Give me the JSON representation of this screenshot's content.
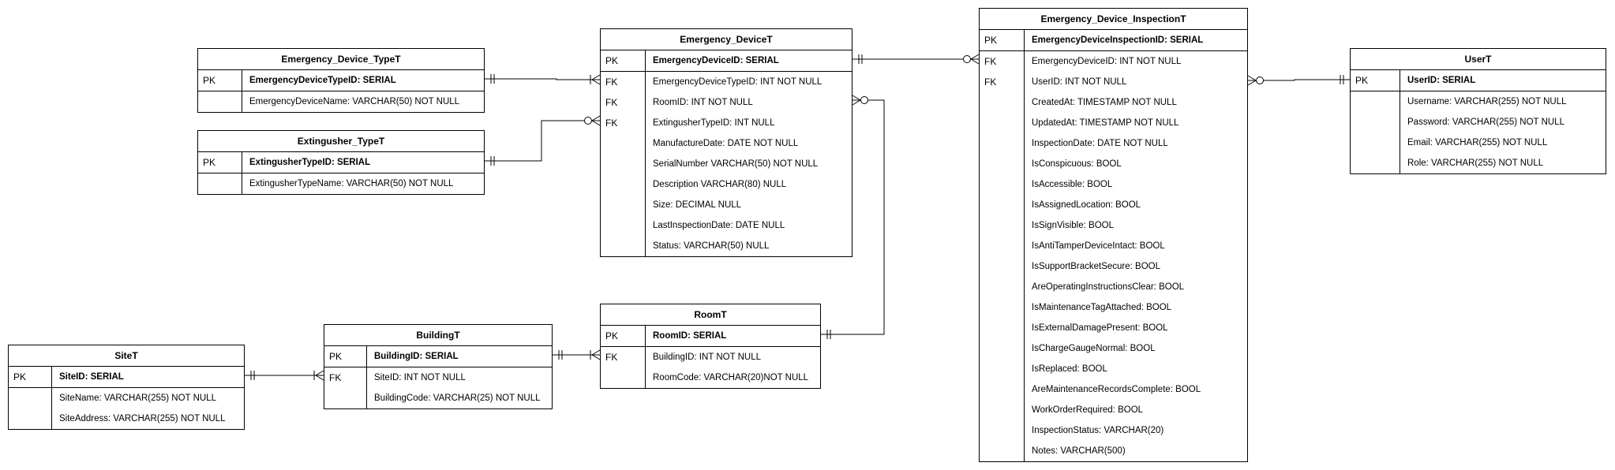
{
  "entities": [
    {
      "id": "emergency-device-type",
      "title": "Emergency_Device_TypeT",
      "rows": [
        {
          "key": "PK",
          "text": "EmergencyDeviceTypeID: SERIAL"
        },
        {
          "key": "",
          "text": "EmergencyDeviceName: VARCHAR(50) NOT NULL"
        }
      ]
    },
    {
      "id": "extingusher-type",
      "title": "Extingusher_TypeT",
      "rows": [
        {
          "key": "PK",
          "text": "ExtingusherTypeID: SERIAL"
        },
        {
          "key": "",
          "text": "ExtingusherTypeName: VARCHAR(50) NOT NULL"
        }
      ]
    },
    {
      "id": "emergency-device",
      "title": "Emergency_DeviceT",
      "rows": [
        {
          "key": "PK",
          "text": "EmergencyDeviceID: SERIAL"
        },
        {
          "key": "FK",
          "text": "EmergencyDeviceTypeID: INT NOT NULL"
        },
        {
          "key": "FK",
          "text": "RoomID: INT NOT NULL"
        },
        {
          "key": "FK",
          "text": "ExtingusherTypeID: INT NULL"
        },
        {
          "key": "",
          "text": "ManufactureDate: DATE NOT NULL"
        },
        {
          "key": "",
          "text": "SerialNumber VARCHAR(50) NOT NULL"
        },
        {
          "key": "",
          "text": "Description VARCHAR(80) NULL"
        },
        {
          "key": "",
          "text": "Size: DECIMAL NULL"
        },
        {
          "key": "",
          "text": "LastInspectionDate: DATE NULL"
        },
        {
          "key": "",
          "text": "Status: VARCHAR(50) NULL"
        }
      ]
    },
    {
      "id": "emergency-device-inspection",
      "title": "Emergency_Device_InspectionT",
      "rows": [
        {
          "key": "PK",
          "text": "EmergencyDeviceInspectionID: SERIAL"
        },
        {
          "key": "FK",
          "text": "EmergencyDeviceID: INT NOT NULL"
        },
        {
          "key": "FK",
          "text": "UserID: INT NOT NULL"
        },
        {
          "key": "",
          "text": "CreatedAt: TIMESTAMP NOT NULL"
        },
        {
          "key": "",
          "text": "UpdatedAt: TIMESTAMP NOT NULL"
        },
        {
          "key": "",
          "text": "InspectionDate: DATE NOT NULL"
        },
        {
          "key": "",
          "text": "IsConspicuous: BOOL"
        },
        {
          "key": "",
          "text": "IsAccessible: BOOL"
        },
        {
          "key": "",
          "text": "IsAssignedLocation: BOOL"
        },
        {
          "key": "",
          "text": "IsSignVisible: BOOL"
        },
        {
          "key": "",
          "text": "IsAntiTamperDeviceIntact: BOOL"
        },
        {
          "key": "",
          "text": "IsSupportBracketSecure: BOOL"
        },
        {
          "key": "",
          "text": "AreOperatingInstructionsClear: BOOL"
        },
        {
          "key": "",
          "text": "IsMaintenanceTagAttached: BOOL"
        },
        {
          "key": "",
          "text": "IsExternalDamagePresent: BOOL"
        },
        {
          "key": "",
          "text": "IsChargeGaugeNormal: BOOL"
        },
        {
          "key": "",
          "text": "IsReplaced: BOOL"
        },
        {
          "key": "",
          "text": "AreMaintenanceRecordsComplete: BOOL"
        },
        {
          "key": "",
          "text": "WorkOrderRequired: BOOL"
        },
        {
          "key": "",
          "text": "InspectionStatus: VARCHAR(20)"
        },
        {
          "key": "",
          "text": "Notes: VARCHAR(500)"
        }
      ]
    },
    {
      "id": "user",
      "title": "UserT",
      "rows": [
        {
          "key": "PK",
          "text": "UserID: SERIAL"
        },
        {
          "key": "",
          "text": "Username: VARCHAR(255) NOT NULL"
        },
        {
          "key": "",
          "text": "Password: VARCHAR(255) NOT NULL"
        },
        {
          "key": "",
          "text": "Email: VARCHAR(255) NOT NULL"
        },
        {
          "key": "",
          "text": "Role: VARCHAR(255) NOT NULL"
        }
      ]
    },
    {
      "id": "room",
      "title": "RoomT",
      "rows": [
        {
          "key": "PK",
          "text": "RoomID: SERIAL"
        },
        {
          "key": "FK",
          "text": "BuildingID: INT NOT NULL"
        },
        {
          "key": "",
          "text": "RoomCode: VARCHAR(20)NOT NULL"
        }
      ]
    },
    {
      "id": "building",
      "title": "BuildingT",
      "rows": [
        {
          "key": "PK",
          "text": "BuildingID: SERIAL"
        },
        {
          "key": "FK",
          "text": "SiteID: INT NOT NULL"
        },
        {
          "key": "",
          "text": "BuildingCode: VARCHAR(25) NOT NULL"
        }
      ]
    },
    {
      "id": "site",
      "title": "SiteT",
      "rows": [
        {
          "key": "PK",
          "text": "SiteID: SERIAL"
        },
        {
          "key": "",
          "text": "SiteName: VARCHAR(255) NOT NULL"
        },
        {
          "key": "",
          "text": "SiteAddress: VARCHAR(255) NOT NULL"
        }
      ]
    }
  ],
  "relationships": [
    {
      "id": "device-type-to-device",
      "from": "Emergency_Device_TypeT",
      "to": "Emergency_DeviceT",
      "from_card": "one-and-only-one",
      "to_card": "one-or-many"
    },
    {
      "id": "extingusher-type-to-device",
      "from": "Extingusher_TypeT",
      "to": "Emergency_DeviceT",
      "from_card": "one-and-only-one",
      "to_card": "zero-or-many"
    },
    {
      "id": "device-to-inspection",
      "from": "Emergency_DeviceT",
      "to": "Emergency_Device_InspectionT",
      "from_card": "one-and-only-one",
      "to_card": "zero-or-many"
    },
    {
      "id": "user-to-inspection",
      "from": "UserT",
      "to": "Emergency_Device_InspectionT",
      "from_card": "one-and-only-one",
      "to_card": "zero-or-many"
    },
    {
      "id": "room-to-device",
      "from": "RoomT",
      "to": "Emergency_DeviceT",
      "from_card": "one-and-only-one",
      "to_card": "zero-or-many"
    },
    {
      "id": "building-to-room",
      "from": "BuildingT",
      "to": "RoomT",
      "from_card": "one-and-only-one",
      "to_card": "one-or-many"
    },
    {
      "id": "site-to-building",
      "from": "SiteT",
      "to": "BuildingT",
      "from_card": "one-and-only-one",
      "to_card": "one-or-many"
    }
  ],
  "colors": {
    "line": "#000000",
    "background": "#ffffff"
  }
}
